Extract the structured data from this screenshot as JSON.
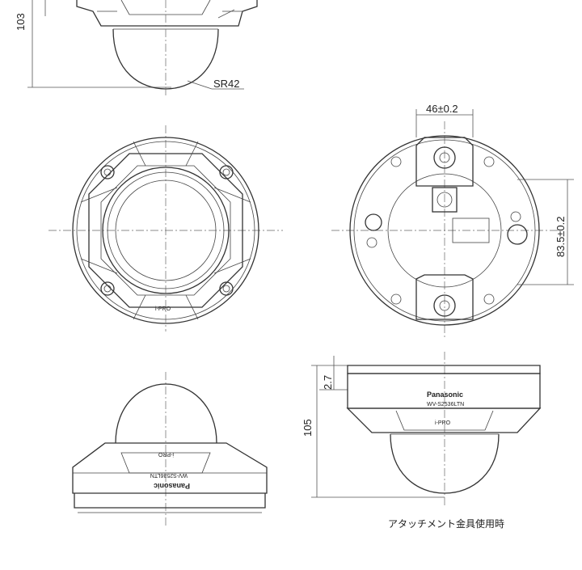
{
  "dimensions": {
    "top_height": "103",
    "sphere_radius": "SR42",
    "hole_spacing": "46±0.2",
    "hole_spacing_vertical": "83.5±0.2",
    "rim_height": "2.7",
    "side_height": "105"
  },
  "labels": {
    "brand": "Panasonic",
    "model": "WV-S2536LTN",
    "logo": "i-PRO",
    "caption": "アタッチメント金具使用時"
  }
}
